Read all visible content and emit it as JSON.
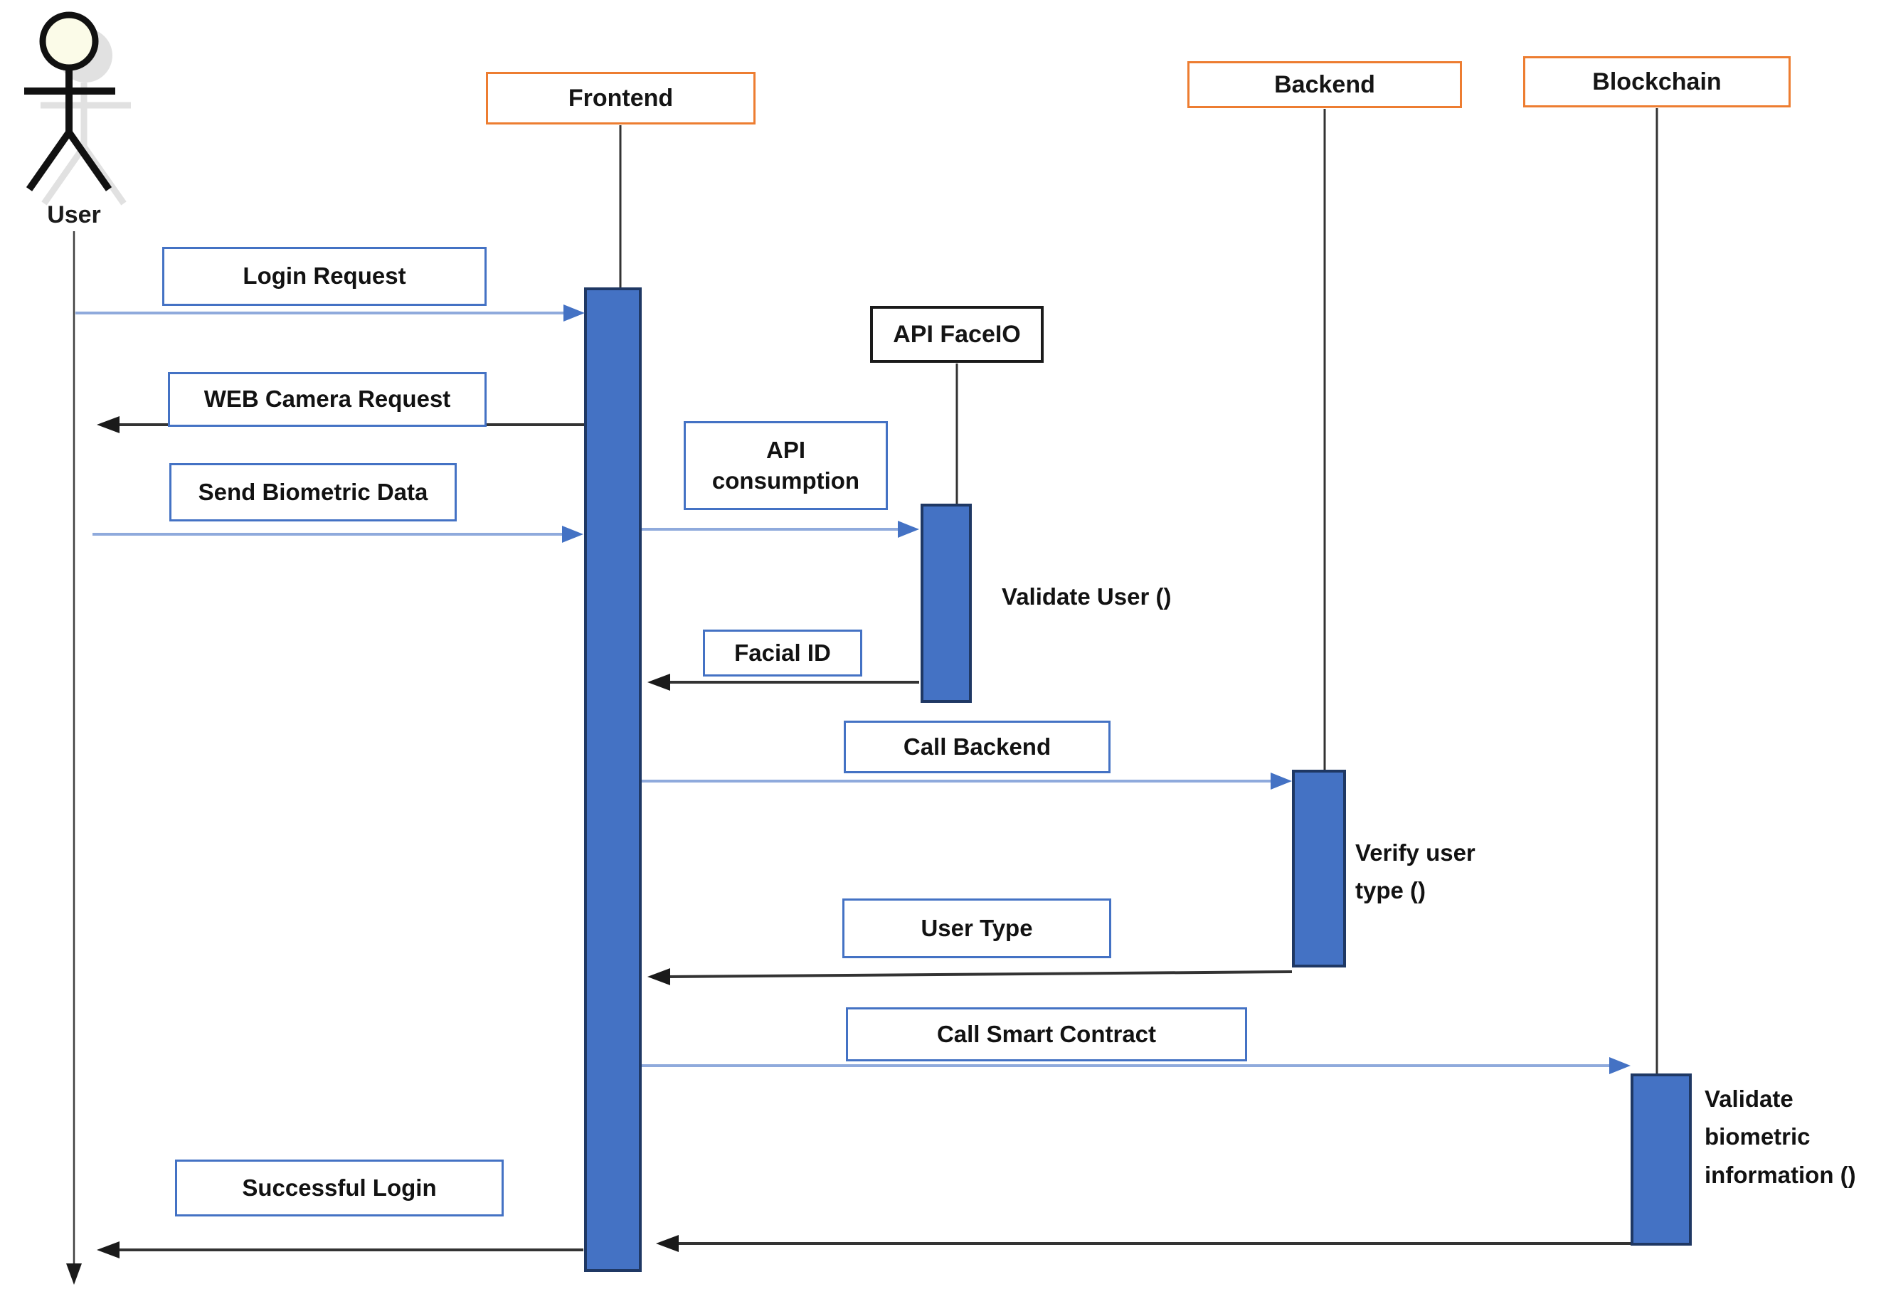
{
  "diagram": {
    "type": "uml-sequence-diagram",
    "actor": {
      "name": "User"
    },
    "participants": [
      {
        "label": "Frontend",
        "border_color": "#ED7D31"
      },
      {
        "label": "API FaceIO",
        "border_color": "#1A1A1A"
      },
      {
        "label": "Backend",
        "border_color": "#ED7D31"
      },
      {
        "label": "Blockchain",
        "border_color": "#ED7D31"
      }
    ],
    "messages": [
      {
        "label": "Login Request",
        "from": "User",
        "to": "Frontend",
        "arrow_style": "blue"
      },
      {
        "label": "WEB Camera Request",
        "from": "Frontend",
        "to": "User",
        "arrow_style": "black"
      },
      {
        "label": "Send Biometric Data",
        "from": "User",
        "to": "Frontend",
        "arrow_style": "blue"
      },
      {
        "label": "API\nconsumption",
        "from": "Frontend",
        "to": "API FaceIO",
        "arrow_style": "blue"
      },
      {
        "label": "Facial ID",
        "from": "API FaceIO",
        "to": "Frontend",
        "arrow_style": "black"
      },
      {
        "label": "Call Backend",
        "from": "Frontend",
        "to": "Backend",
        "arrow_style": "blue"
      },
      {
        "label": "User Type",
        "from": "Backend",
        "to": "Frontend",
        "arrow_style": "black"
      },
      {
        "label": "Call Smart Contract",
        "from": "Frontend",
        "to": "Blockchain",
        "arrow_style": "blue"
      },
      {
        "label": "Successful Login",
        "from": "Blockchain",
        "to": "User",
        "arrow_style": "black"
      }
    ],
    "self_operations": [
      {
        "label": "Validate User ()",
        "on": "API FaceIO"
      },
      {
        "label": "Verify user\ntype ()",
        "on": "Backend"
      },
      {
        "label": "Validate\nbiometric\ninformation ()",
        "on": "Blockchain"
      }
    ],
    "colors": {
      "participant_border_orange": "#ED7D31",
      "api_faceio_border_black": "#1A1A1A",
      "message_box_border_blue": "#4472C4",
      "activation_fill": "#4472C4",
      "activation_border": "#1F3864",
      "blue_arrow_line": "#8FAADC",
      "blue_arrow_head": "#4472C4",
      "black_arrow": "#333333",
      "actor_head_fill": "#FBFBE8"
    }
  }
}
